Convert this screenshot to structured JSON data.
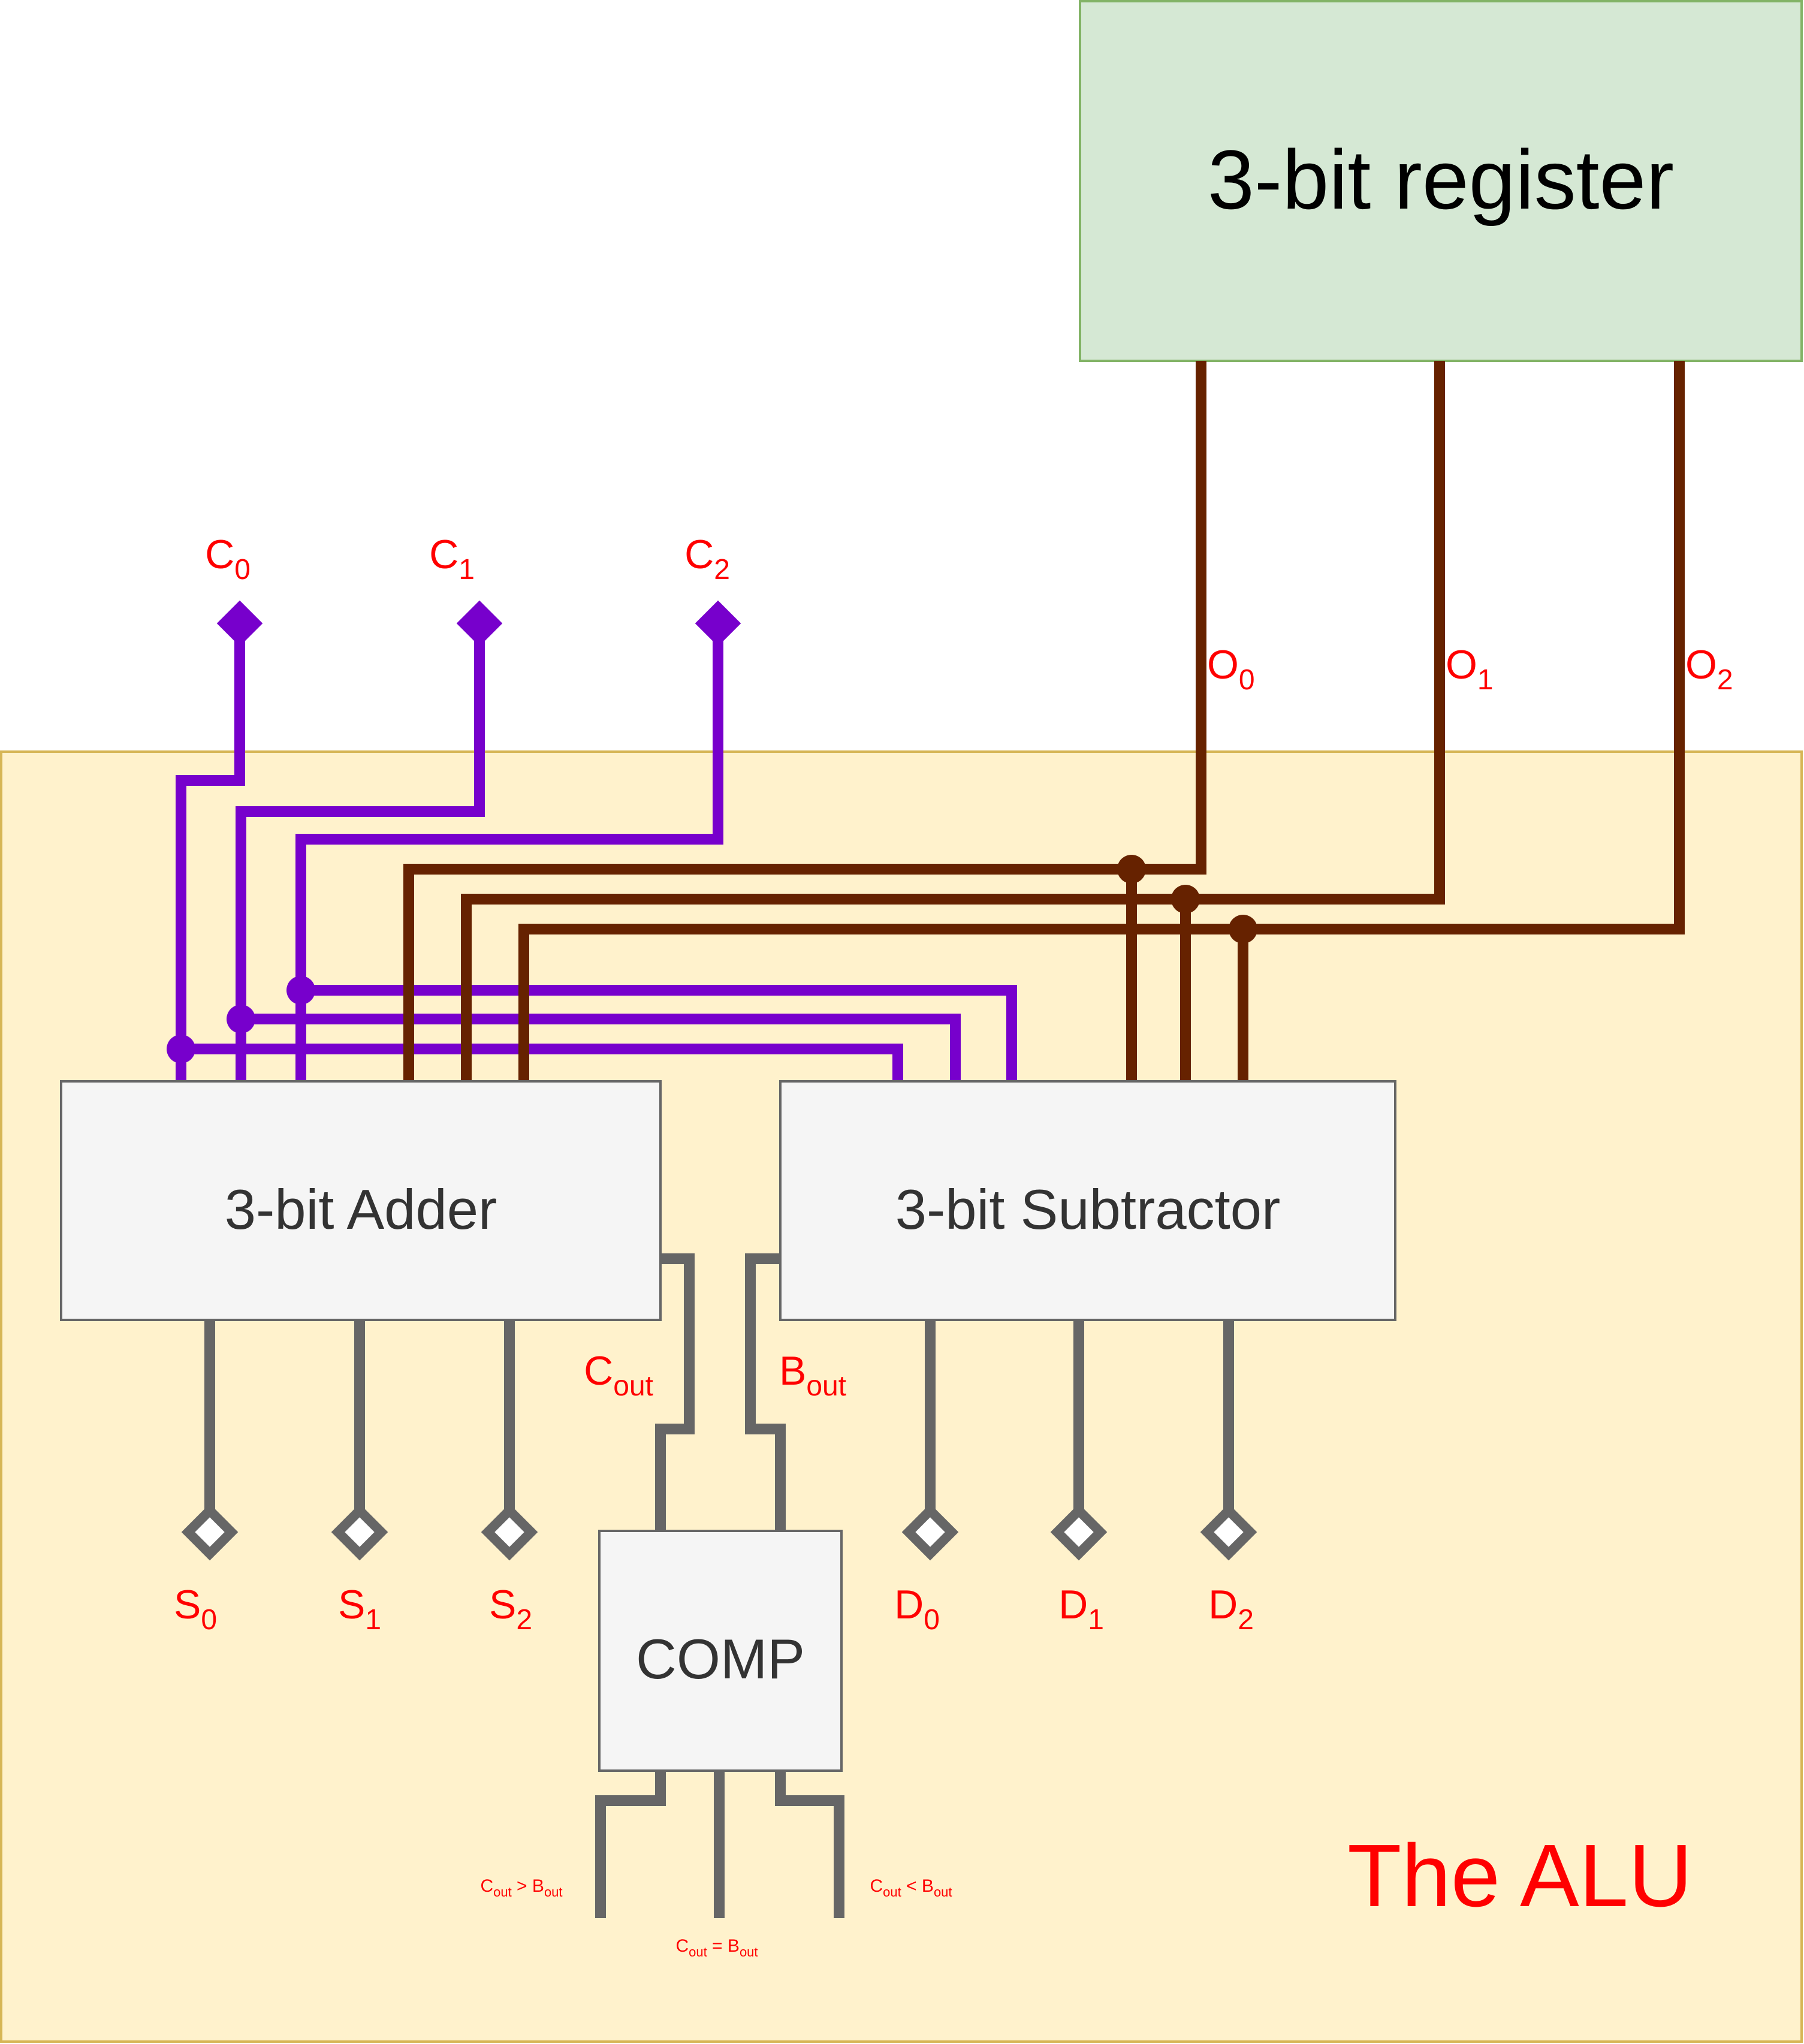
{
  "register": {
    "title": "3-bit register"
  },
  "alu": {
    "title": "The ALU"
  },
  "adder": {
    "title": "3-bit Adder"
  },
  "subtractor": {
    "title": "3-bit Subtractor"
  },
  "comp": {
    "title": "COMP"
  },
  "inputs_c": [
    {
      "base": "C",
      "sub": "0"
    },
    {
      "base": "C",
      "sub": "1"
    },
    {
      "base": "C",
      "sub": "2"
    }
  ],
  "register_outputs": [
    {
      "base": "O",
      "sub": "0"
    },
    {
      "base": "O",
      "sub": "1"
    },
    {
      "base": "O",
      "sub": "2"
    }
  ],
  "adder_outputs": [
    {
      "base": "S",
      "sub": "0"
    },
    {
      "base": "S",
      "sub": "1"
    },
    {
      "base": "S",
      "sub": "2"
    }
  ],
  "subtractor_outputs": [
    {
      "base": "D",
      "sub": "0"
    },
    {
      "base": "D",
      "sub": "1"
    },
    {
      "base": "D",
      "sub": "2"
    }
  ],
  "carry_out": {
    "base": "C",
    "sub": "out"
  },
  "borrow_out": {
    "base": "B",
    "sub": "out"
  },
  "comp_outputs": {
    "greater": {
      "a": "C",
      "a_sub": "out",
      "op": " > ",
      "b": "B",
      "b_sub": "out"
    },
    "equal": {
      "a": "C",
      "a_sub": "out",
      "op": " = ",
      "b": "B",
      "b_sub": "out"
    },
    "less": {
      "a": "C",
      "a_sub": "out",
      "op": " < ",
      "b": "B",
      "b_sub": "out"
    }
  },
  "colors": {
    "register_fill": "#d5e8d4",
    "register_stroke": "#82b366",
    "alu_fill": "#fff2cc",
    "alu_stroke": "#d6b656",
    "block_fill": "#f5f5f5",
    "block_stroke": "#666666",
    "purple_wire": "#7700cc",
    "brown_wire": "#662200",
    "gray_wire": "#666666",
    "label_red": "#ff0000"
  }
}
